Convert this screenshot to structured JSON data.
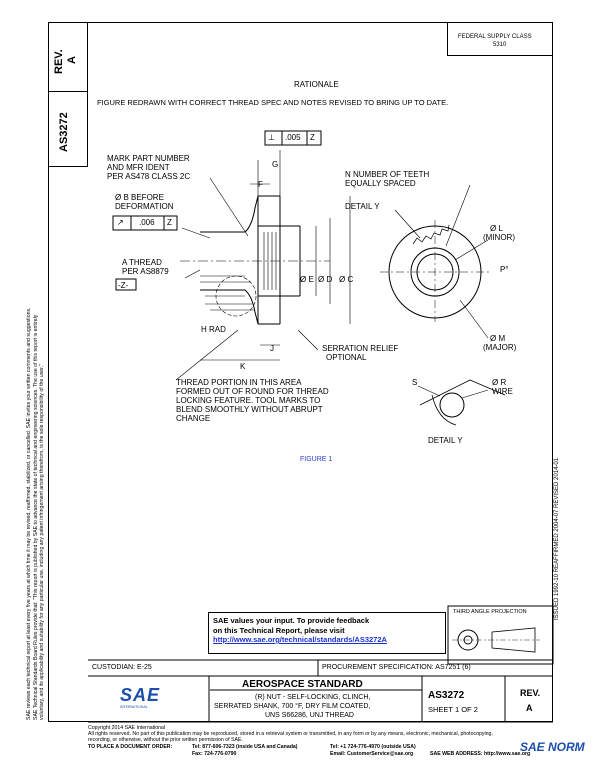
{
  "header": {
    "rev_label": "REV.",
    "rev_value": "A",
    "doc_number": "AS3272",
    "fed_class": "FEDERAL SUPPLY CLASS",
    "fed_class_no": "5310"
  },
  "left_notes": [
    "SAE Technical Standards Board Rules provide that: \"This report is published by SAE to advance the state of technical and engineering sciences. The use of this report is entirely",
    "voluntary, and its applicability and suitability for any particular use, including any patent infringement arising therefrom, is the sole responsibility of the user.\"",
    "SAE reviews each technical report at least every five years at which time it may be revised, reaffirmed, stabilized, or cancelled. SAE invites your written comments and suggestions."
  ],
  "right_notes": "ISSUED 1992-10    REAFFIRMED 2004-07    REVISED 2014-01",
  "rationale": {
    "heading": "RATIONALE",
    "text": "FIGURE REDRAWN WITH CORRECT THREAD SPEC AND NOTES REVISED TO BRING UP TO DATE."
  },
  "drawing": {
    "perp_tol": "⊥",
    "perp_value": ".005",
    "perp_datum": "Z",
    "mark_part": [
      "MARK PART NUMBER",
      "AND MFR IDENT",
      "PER AS478 CLASS 2C"
    ],
    "b_before": [
      "Ø B BEFORE",
      "DEFORMATION"
    ],
    "runout_value": ".006",
    "runout_datum": "Z",
    "a_thread": [
      "A THREAD",
      "PER AS8879"
    ],
    "z_datum": "-Z-",
    "h_rad": "H RAD",
    "k": "K",
    "j": "J",
    "g": "G",
    "f": "F",
    "e": "Ø E",
    "d": "Ø D",
    "c": "Ø C",
    "n_teeth": [
      "N NUMBER OF TEETH",
      "EQUALLY SPACED"
    ],
    "detail_y": "DETAIL Y",
    "l_minor": [
      "Ø L",
      "(MINOR)"
    ],
    "p": "P°",
    "m_major": [
      "Ø M",
      "(MAJOR)"
    ],
    "serration": [
      "SERRATION RELIEF",
      "OPTIONAL"
    ],
    "thread_portion": [
      "THREAD PORTION IN THIS AREA",
      "FORMED OUT OF ROUND FOR THREAD",
      "LOCKING FEATURE. TOOL MARKS TO",
      "BLEND SMOOTHLY WITHOUT ABRUPT",
      "CHANGE"
    ],
    "s": "S",
    "r_wire": [
      "Ø R",
      "WIRE"
    ],
    "detail_y2": "DETAIL Y",
    "figure": "FIGURE 1"
  },
  "feedback": {
    "line1": "SAE values your input. To provide feedback",
    "line2": "on this Technical Report, please visit",
    "link": "http://www.sae.org/technical/standards/AS3272A"
  },
  "projection": "THIRD ANGLE PROJECTION",
  "title_block": {
    "custodian": "CUSTODIAN: E-25",
    "procurement": "PROCUREMENT SPECIFICATION: AS7251 (6)",
    "standard": "AEROSPACE STANDARD",
    "description": [
      "(R) NUT - SELF-LOCKING, CLINCH,",
      "SERRATED SHANK, 700 °F, DRY FILM COATED,",
      "UNS S66286, UNJ THREAD"
    ],
    "doc": "AS3272",
    "sheet": "SHEET 1 OF 2",
    "rev_label": "REV.",
    "rev": "A",
    "logo_text": "SAE",
    "logo_sub": "INTERNATIONAL"
  },
  "footer": {
    "copyright": "Copyright 2014 SAE International",
    "rights": "All rights reserved. No part of this publication may be reproduced, stored in a retrieval system or transmitted, in any form or by any means, electronic, mechanical, photocopying,",
    "rights2": "recording, or otherwise, without the prior written permission of SAE.",
    "order": "TO PLACE A DOCUMENT ORDER:",
    "tel": "Tel: 877-606-7323 (inside USA and Canada)",
    "tel2": "Tel: +1 724-776-4970 (outside USA)",
    "fax": "Fax: 724-776-0790",
    "email": "Email: CustomerService@sae.org",
    "web": "SAE WEB ADDRESS:   http://www.sae.org",
    "watermark": "SAE NORM"
  }
}
